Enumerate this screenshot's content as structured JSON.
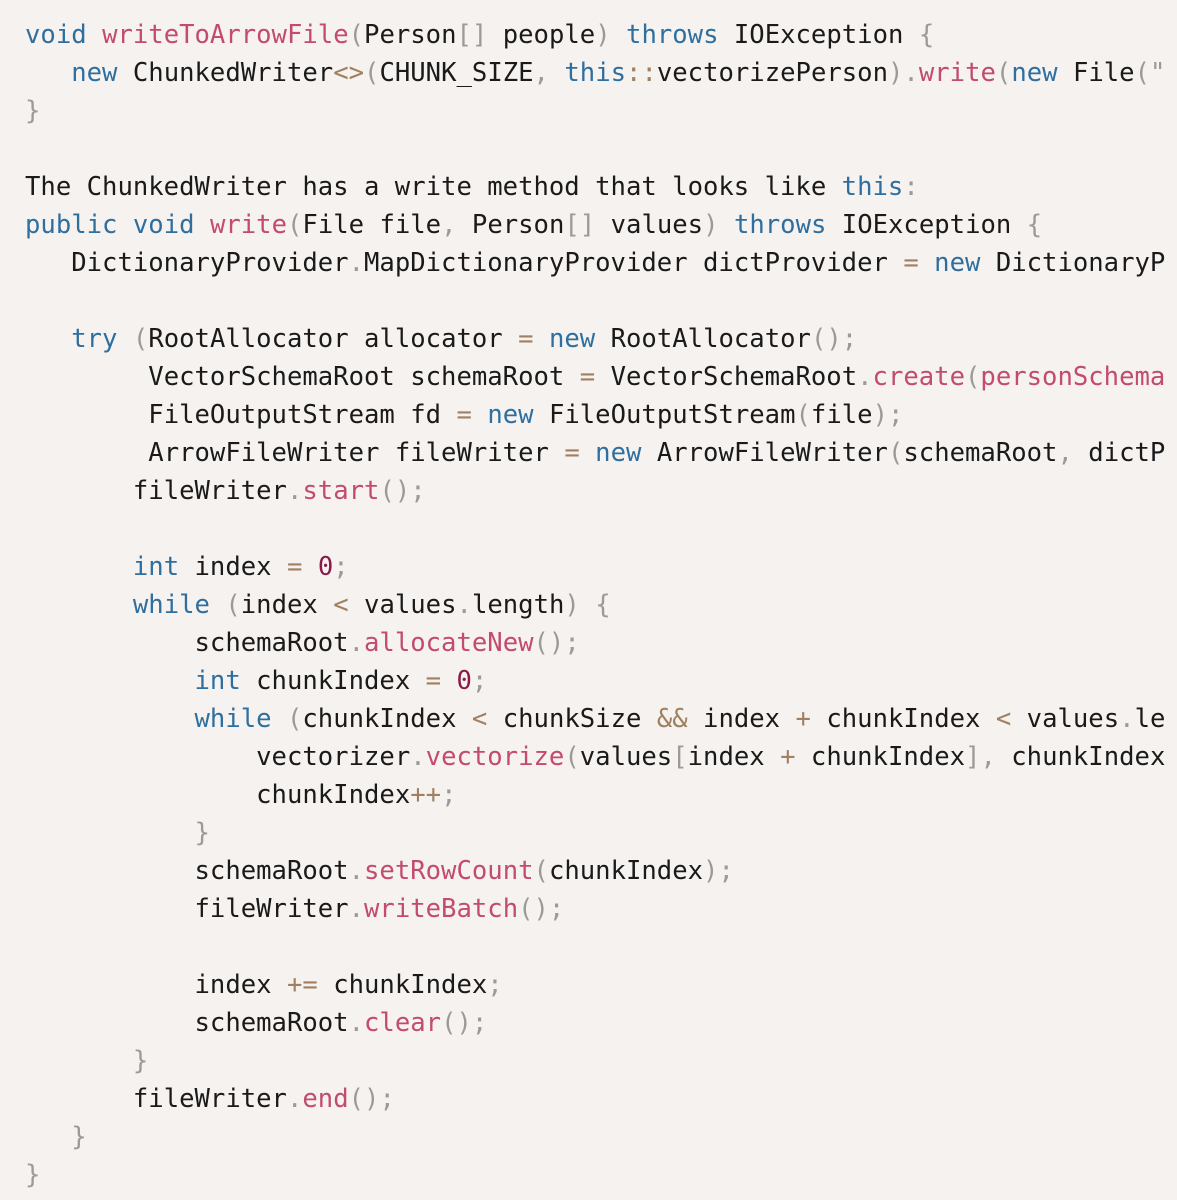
{
  "colors": {
    "background": "#f5f2ef",
    "text": "#1a1a1a",
    "keyword": "#2f6f9f",
    "function": "#c24b6e",
    "punctuation": "#9a9a9a",
    "operator": "#a08060",
    "number": "#8a1a4a"
  },
  "lines": [
    {
      "indent": 0,
      "tokens": [
        [
          "kw",
          "void"
        ],
        [
          "txt",
          " "
        ],
        [
          "fn",
          "writeToArrowFile"
        ],
        [
          "pun",
          "("
        ],
        [
          "txt",
          "Person"
        ],
        [
          "pun",
          "[]"
        ],
        [
          "txt",
          " people"
        ],
        [
          "pun",
          ")"
        ],
        [
          "txt",
          " "
        ],
        [
          "kw",
          "throws"
        ],
        [
          "txt",
          " IOException "
        ],
        [
          "pun",
          "{"
        ]
      ]
    },
    {
      "indent": 3,
      "tokens": [
        [
          "kw",
          "new"
        ],
        [
          "txt",
          " ChunkedWriter"
        ],
        [
          "op",
          "<>"
        ],
        [
          "pun",
          "("
        ],
        [
          "txt",
          "CHUNK_SIZE"
        ],
        [
          "pun",
          ","
        ],
        [
          "txt",
          " "
        ],
        [
          "kw",
          "this"
        ],
        [
          "op",
          "::"
        ],
        [
          "txt",
          "vectorizePerson"
        ],
        [
          "pun",
          ")"
        ],
        [
          "pun",
          "."
        ],
        [
          "fn",
          "write"
        ],
        [
          "pun",
          "("
        ],
        [
          "kw",
          "new"
        ],
        [
          "txt",
          " File"
        ],
        [
          "pun",
          "(\""
        ]
      ]
    },
    {
      "indent": 0,
      "tokens": [
        [
          "pun",
          "}"
        ]
      ]
    },
    {
      "indent": 0,
      "tokens": []
    },
    {
      "indent": 0,
      "tokens": [
        [
          "txt",
          "The ChunkedWriter has a write method that looks like "
        ],
        [
          "kw",
          "this"
        ],
        [
          "pun",
          ":"
        ]
      ]
    },
    {
      "indent": 0,
      "tokens": [
        [
          "kw",
          "public"
        ],
        [
          "txt",
          " "
        ],
        [
          "kw",
          "void"
        ],
        [
          "txt",
          " "
        ],
        [
          "fn",
          "write"
        ],
        [
          "pun",
          "("
        ],
        [
          "txt",
          "File file"
        ],
        [
          "pun",
          ","
        ],
        [
          "txt",
          " Person"
        ],
        [
          "pun",
          "[]"
        ],
        [
          "txt",
          " values"
        ],
        [
          "pun",
          ")"
        ],
        [
          "txt",
          " "
        ],
        [
          "kw",
          "throws"
        ],
        [
          "txt",
          " IOException "
        ],
        [
          "pun",
          "{"
        ]
      ]
    },
    {
      "indent": 3,
      "tokens": [
        [
          "txt",
          "DictionaryProvider"
        ],
        [
          "pun",
          "."
        ],
        [
          "txt",
          "MapDictionaryProvider dictProvider "
        ],
        [
          "op",
          "="
        ],
        [
          "txt",
          " "
        ],
        [
          "kw",
          "new"
        ],
        [
          "txt",
          " DictionaryP"
        ]
      ]
    },
    {
      "indent": 0,
      "tokens": []
    },
    {
      "indent": 3,
      "tokens": [
        [
          "kw",
          "try"
        ],
        [
          "txt",
          " "
        ],
        [
          "pun",
          "("
        ],
        [
          "txt",
          "RootAllocator allocator "
        ],
        [
          "op",
          "="
        ],
        [
          "txt",
          " "
        ],
        [
          "kw",
          "new"
        ],
        [
          "txt",
          " RootAllocator"
        ],
        [
          "pun",
          "();"
        ]
      ]
    },
    {
      "indent": 8,
      "tokens": [
        [
          "txt",
          "VectorSchemaRoot schemaRoot "
        ],
        [
          "op",
          "="
        ],
        [
          "txt",
          " VectorSchemaRoot"
        ],
        [
          "pun",
          "."
        ],
        [
          "fn",
          "create"
        ],
        [
          "pun",
          "("
        ],
        [
          "fn",
          "personSchema"
        ]
      ]
    },
    {
      "indent": 8,
      "tokens": [
        [
          "txt",
          "FileOutputStream fd "
        ],
        [
          "op",
          "="
        ],
        [
          "txt",
          " "
        ],
        [
          "kw",
          "new"
        ],
        [
          "txt",
          " FileOutputStream"
        ],
        [
          "pun",
          "("
        ],
        [
          "txt",
          "file"
        ],
        [
          "pun",
          ");"
        ]
      ]
    },
    {
      "indent": 8,
      "tokens": [
        [
          "txt",
          "ArrowFileWriter fileWriter "
        ],
        [
          "op",
          "="
        ],
        [
          "txt",
          " "
        ],
        [
          "kw",
          "new"
        ],
        [
          "txt",
          " ArrowFileWriter"
        ],
        [
          "pun",
          "("
        ],
        [
          "txt",
          "schemaRoot"
        ],
        [
          "pun",
          ","
        ],
        [
          "txt",
          " dictP"
        ]
      ]
    },
    {
      "indent": 7,
      "tokens": [
        [
          "txt",
          "fileWriter"
        ],
        [
          "pun",
          "."
        ],
        [
          "fn",
          "start"
        ],
        [
          "pun",
          "();"
        ]
      ]
    },
    {
      "indent": 0,
      "tokens": []
    },
    {
      "indent": 7,
      "tokens": [
        [
          "kw",
          "int"
        ],
        [
          "txt",
          " index "
        ],
        [
          "op",
          "="
        ],
        [
          "txt",
          " "
        ],
        [
          "num",
          "0"
        ],
        [
          "pun",
          ";"
        ]
      ]
    },
    {
      "indent": 7,
      "tokens": [
        [
          "kw",
          "while"
        ],
        [
          "txt",
          " "
        ],
        [
          "pun",
          "("
        ],
        [
          "txt",
          "index "
        ],
        [
          "op",
          "<"
        ],
        [
          "txt",
          " values"
        ],
        [
          "pun",
          "."
        ],
        [
          "txt",
          "length"
        ],
        [
          "pun",
          ")"
        ],
        [
          "txt",
          " "
        ],
        [
          "pun",
          "{"
        ]
      ]
    },
    {
      "indent": 11,
      "tokens": [
        [
          "txt",
          "schemaRoot"
        ],
        [
          "pun",
          "."
        ],
        [
          "fn",
          "allocateNew"
        ],
        [
          "pun",
          "();"
        ]
      ]
    },
    {
      "indent": 11,
      "tokens": [
        [
          "kw",
          "int"
        ],
        [
          "txt",
          " chunkIndex "
        ],
        [
          "op",
          "="
        ],
        [
          "txt",
          " "
        ],
        [
          "num",
          "0"
        ],
        [
          "pun",
          ";"
        ]
      ]
    },
    {
      "indent": 11,
      "tokens": [
        [
          "kw",
          "while"
        ],
        [
          "txt",
          " "
        ],
        [
          "pun",
          "("
        ],
        [
          "txt",
          "chunkIndex "
        ],
        [
          "op",
          "<"
        ],
        [
          "txt",
          " chunkSize "
        ],
        [
          "op",
          "&&"
        ],
        [
          "txt",
          " index "
        ],
        [
          "op",
          "+"
        ],
        [
          "txt",
          " chunkIndex "
        ],
        [
          "op",
          "<"
        ],
        [
          "txt",
          " values"
        ],
        [
          "pun",
          "."
        ],
        [
          "txt",
          "le"
        ]
      ]
    },
    {
      "indent": 15,
      "tokens": [
        [
          "txt",
          "vectorizer"
        ],
        [
          "pun",
          "."
        ],
        [
          "fn",
          "vectorize"
        ],
        [
          "pun",
          "("
        ],
        [
          "txt",
          "values"
        ],
        [
          "pun",
          "["
        ],
        [
          "txt",
          "index "
        ],
        [
          "op",
          "+"
        ],
        [
          "txt",
          " chunkIndex"
        ],
        [
          "pun",
          "]"
        ],
        [
          "pun",
          ","
        ],
        [
          "txt",
          " chunkIndex"
        ]
      ]
    },
    {
      "indent": 15,
      "tokens": [
        [
          "txt",
          "chunkIndex"
        ],
        [
          "op",
          "++"
        ],
        [
          "pun",
          ";"
        ]
      ]
    },
    {
      "indent": 11,
      "tokens": [
        [
          "pun",
          "}"
        ]
      ]
    },
    {
      "indent": 11,
      "tokens": [
        [
          "txt",
          "schemaRoot"
        ],
        [
          "pun",
          "."
        ],
        [
          "fn",
          "setRowCount"
        ],
        [
          "pun",
          "("
        ],
        [
          "txt",
          "chunkIndex"
        ],
        [
          "pun",
          ");"
        ]
      ]
    },
    {
      "indent": 11,
      "tokens": [
        [
          "txt",
          "fileWriter"
        ],
        [
          "pun",
          "."
        ],
        [
          "fn",
          "writeBatch"
        ],
        [
          "pun",
          "();"
        ]
      ]
    },
    {
      "indent": 0,
      "tokens": []
    },
    {
      "indent": 11,
      "tokens": [
        [
          "txt",
          "index "
        ],
        [
          "op",
          "+="
        ],
        [
          "txt",
          " chunkIndex"
        ],
        [
          "pun",
          ";"
        ]
      ]
    },
    {
      "indent": 11,
      "tokens": [
        [
          "txt",
          "schemaRoot"
        ],
        [
          "pun",
          "."
        ],
        [
          "fn",
          "clear"
        ],
        [
          "pun",
          "();"
        ]
      ]
    },
    {
      "indent": 7,
      "tokens": [
        [
          "pun",
          "}"
        ]
      ]
    },
    {
      "indent": 7,
      "tokens": [
        [
          "txt",
          "fileWriter"
        ],
        [
          "pun",
          "."
        ],
        [
          "fn",
          "end"
        ],
        [
          "pun",
          "();"
        ]
      ]
    },
    {
      "indent": 3,
      "tokens": [
        [
          "pun",
          "}"
        ]
      ]
    },
    {
      "indent": 0,
      "tokens": [
        [
          "pun",
          "}"
        ]
      ]
    }
  ]
}
